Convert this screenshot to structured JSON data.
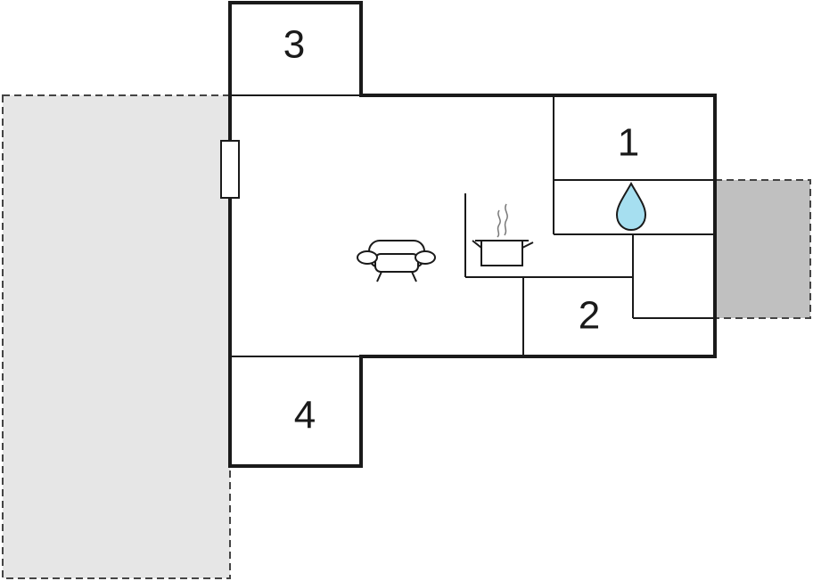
{
  "floorplan": {
    "colors": {
      "wall": "#1a1a1a",
      "terrace_light": "#e6e6e6",
      "terrace_dark": "#c0c0c0",
      "water": "#a6dff0",
      "background": "#ffffff"
    },
    "rooms": [
      {
        "id": "room-1",
        "label": "1"
      },
      {
        "id": "room-2",
        "label": "2"
      },
      {
        "id": "room-3",
        "label": "3"
      },
      {
        "id": "room-4",
        "label": "4"
      }
    ],
    "icons": [
      {
        "id": "sofa",
        "name": "sofa-icon"
      },
      {
        "id": "cooking-pot",
        "name": "cooking-pot-icon"
      },
      {
        "id": "water-drop",
        "name": "water-drop-icon"
      },
      {
        "id": "window",
        "name": "window-icon"
      }
    ]
  }
}
